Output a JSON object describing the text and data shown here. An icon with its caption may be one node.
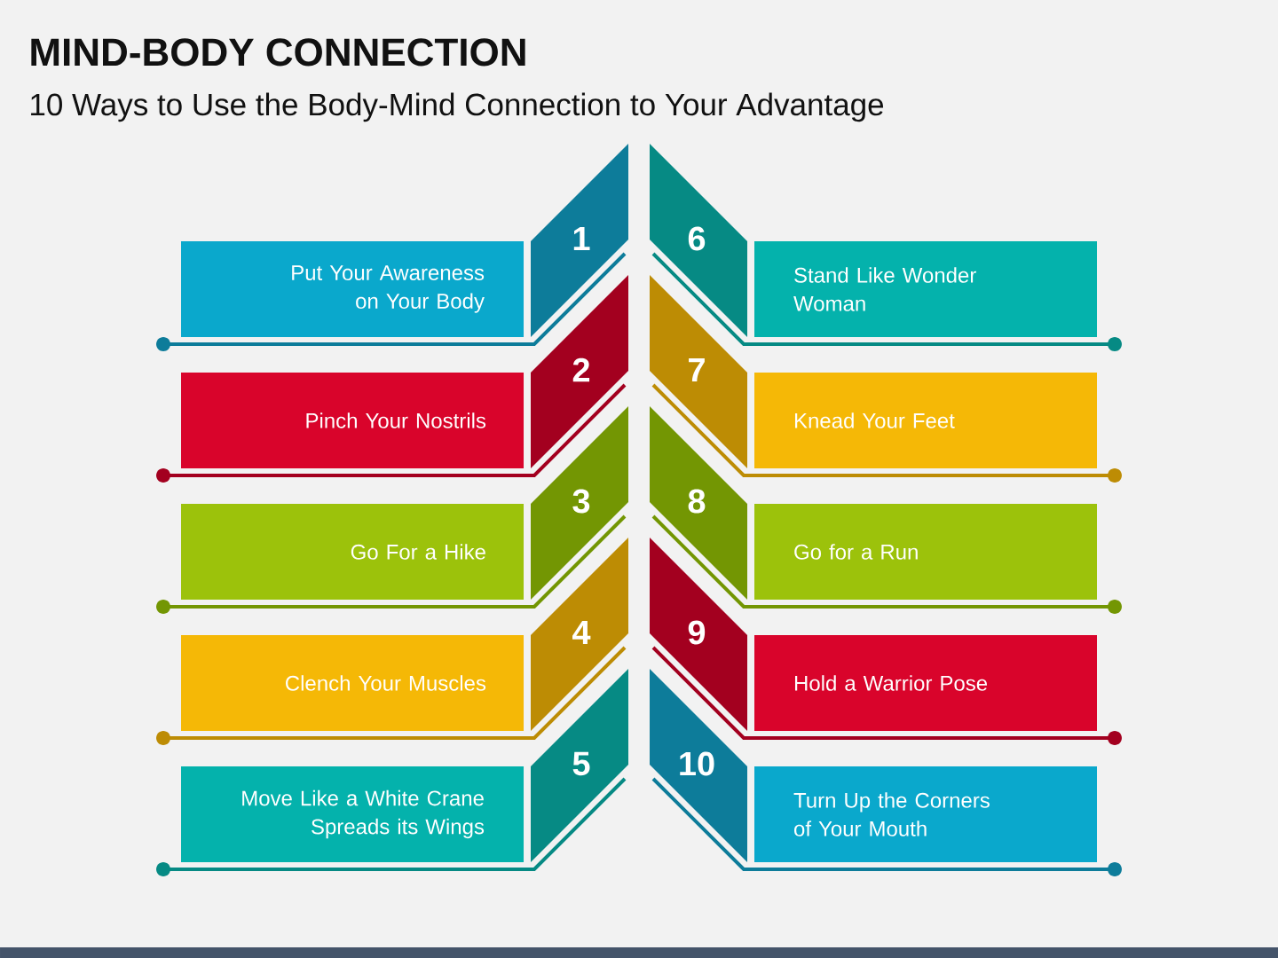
{
  "diagram": {
    "title": "MIND-BODY CONNECTION",
    "nodes": [
      {
        "text": [
          "1"
        ]
      },
      {
        "text": [
          "Put Your Awareness on Your Body"
        ]
      },
      {
        "text": [
          "2"
        ]
      },
      {
        "text": [
          "Pinch Your Nostrils"
        ]
      },
      {
        "text": [
          "3"
        ]
      },
      {
        "text": [
          "Go For a Hike"
        ]
      },
      {
        "text": [
          "4"
        ]
      },
      {
        "text": [
          "Clench Your Muscles"
        ]
      },
      {
        "text": [
          "5"
        ]
      },
      {
        "text": [
          "Move Like a White Crane Spreads its Wings"
        ]
      },
      {
        "text": [
          "6"
        ]
      },
      {
        "text": [
          "Stand Like Wonder Woman"
        ]
      },
      {
        "text": [
          "7"
        ]
      },
      {
        "text": [
          "Knead Your Feet"
        ]
      },
      {
        "text": [
          "8"
        ]
      },
      {
        "text": [
          "Go for a Run"
        ]
      },
      {
        "text": [
          "9"
        ]
      },
      {
        "text": [
          "Hold a Warrior Pose"
        ]
      },
      {
        "text": [
          "10"
        ]
      },
      {
        "text": [
          "Turn Up the Corners of Your Mouth"
        ]
      }
    ],
    "labels": [
      "10 Ways to Use the Body-Mind Connection to Your Advantage"
    ]
  }
}
